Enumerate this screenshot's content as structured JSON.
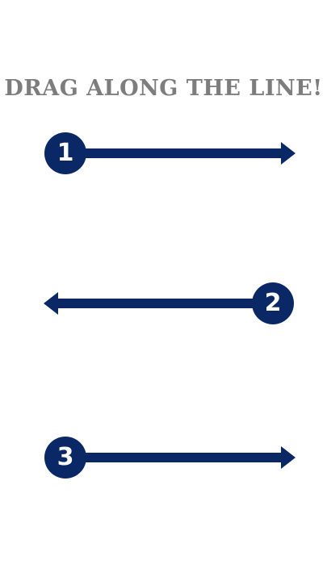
{
  "title": "Drag Along The Line!",
  "colors": {
    "track": "#0a2766",
    "title": "#7d7d7d",
    "background": "#ffffff"
  },
  "sliders": [
    {
      "number": "1",
      "direction": "right",
      "icon": "arrow-right-icon"
    },
    {
      "number": "2",
      "direction": "left",
      "icon": "arrow-left-icon"
    },
    {
      "number": "3",
      "direction": "right",
      "icon": "arrow-right-icon"
    }
  ]
}
